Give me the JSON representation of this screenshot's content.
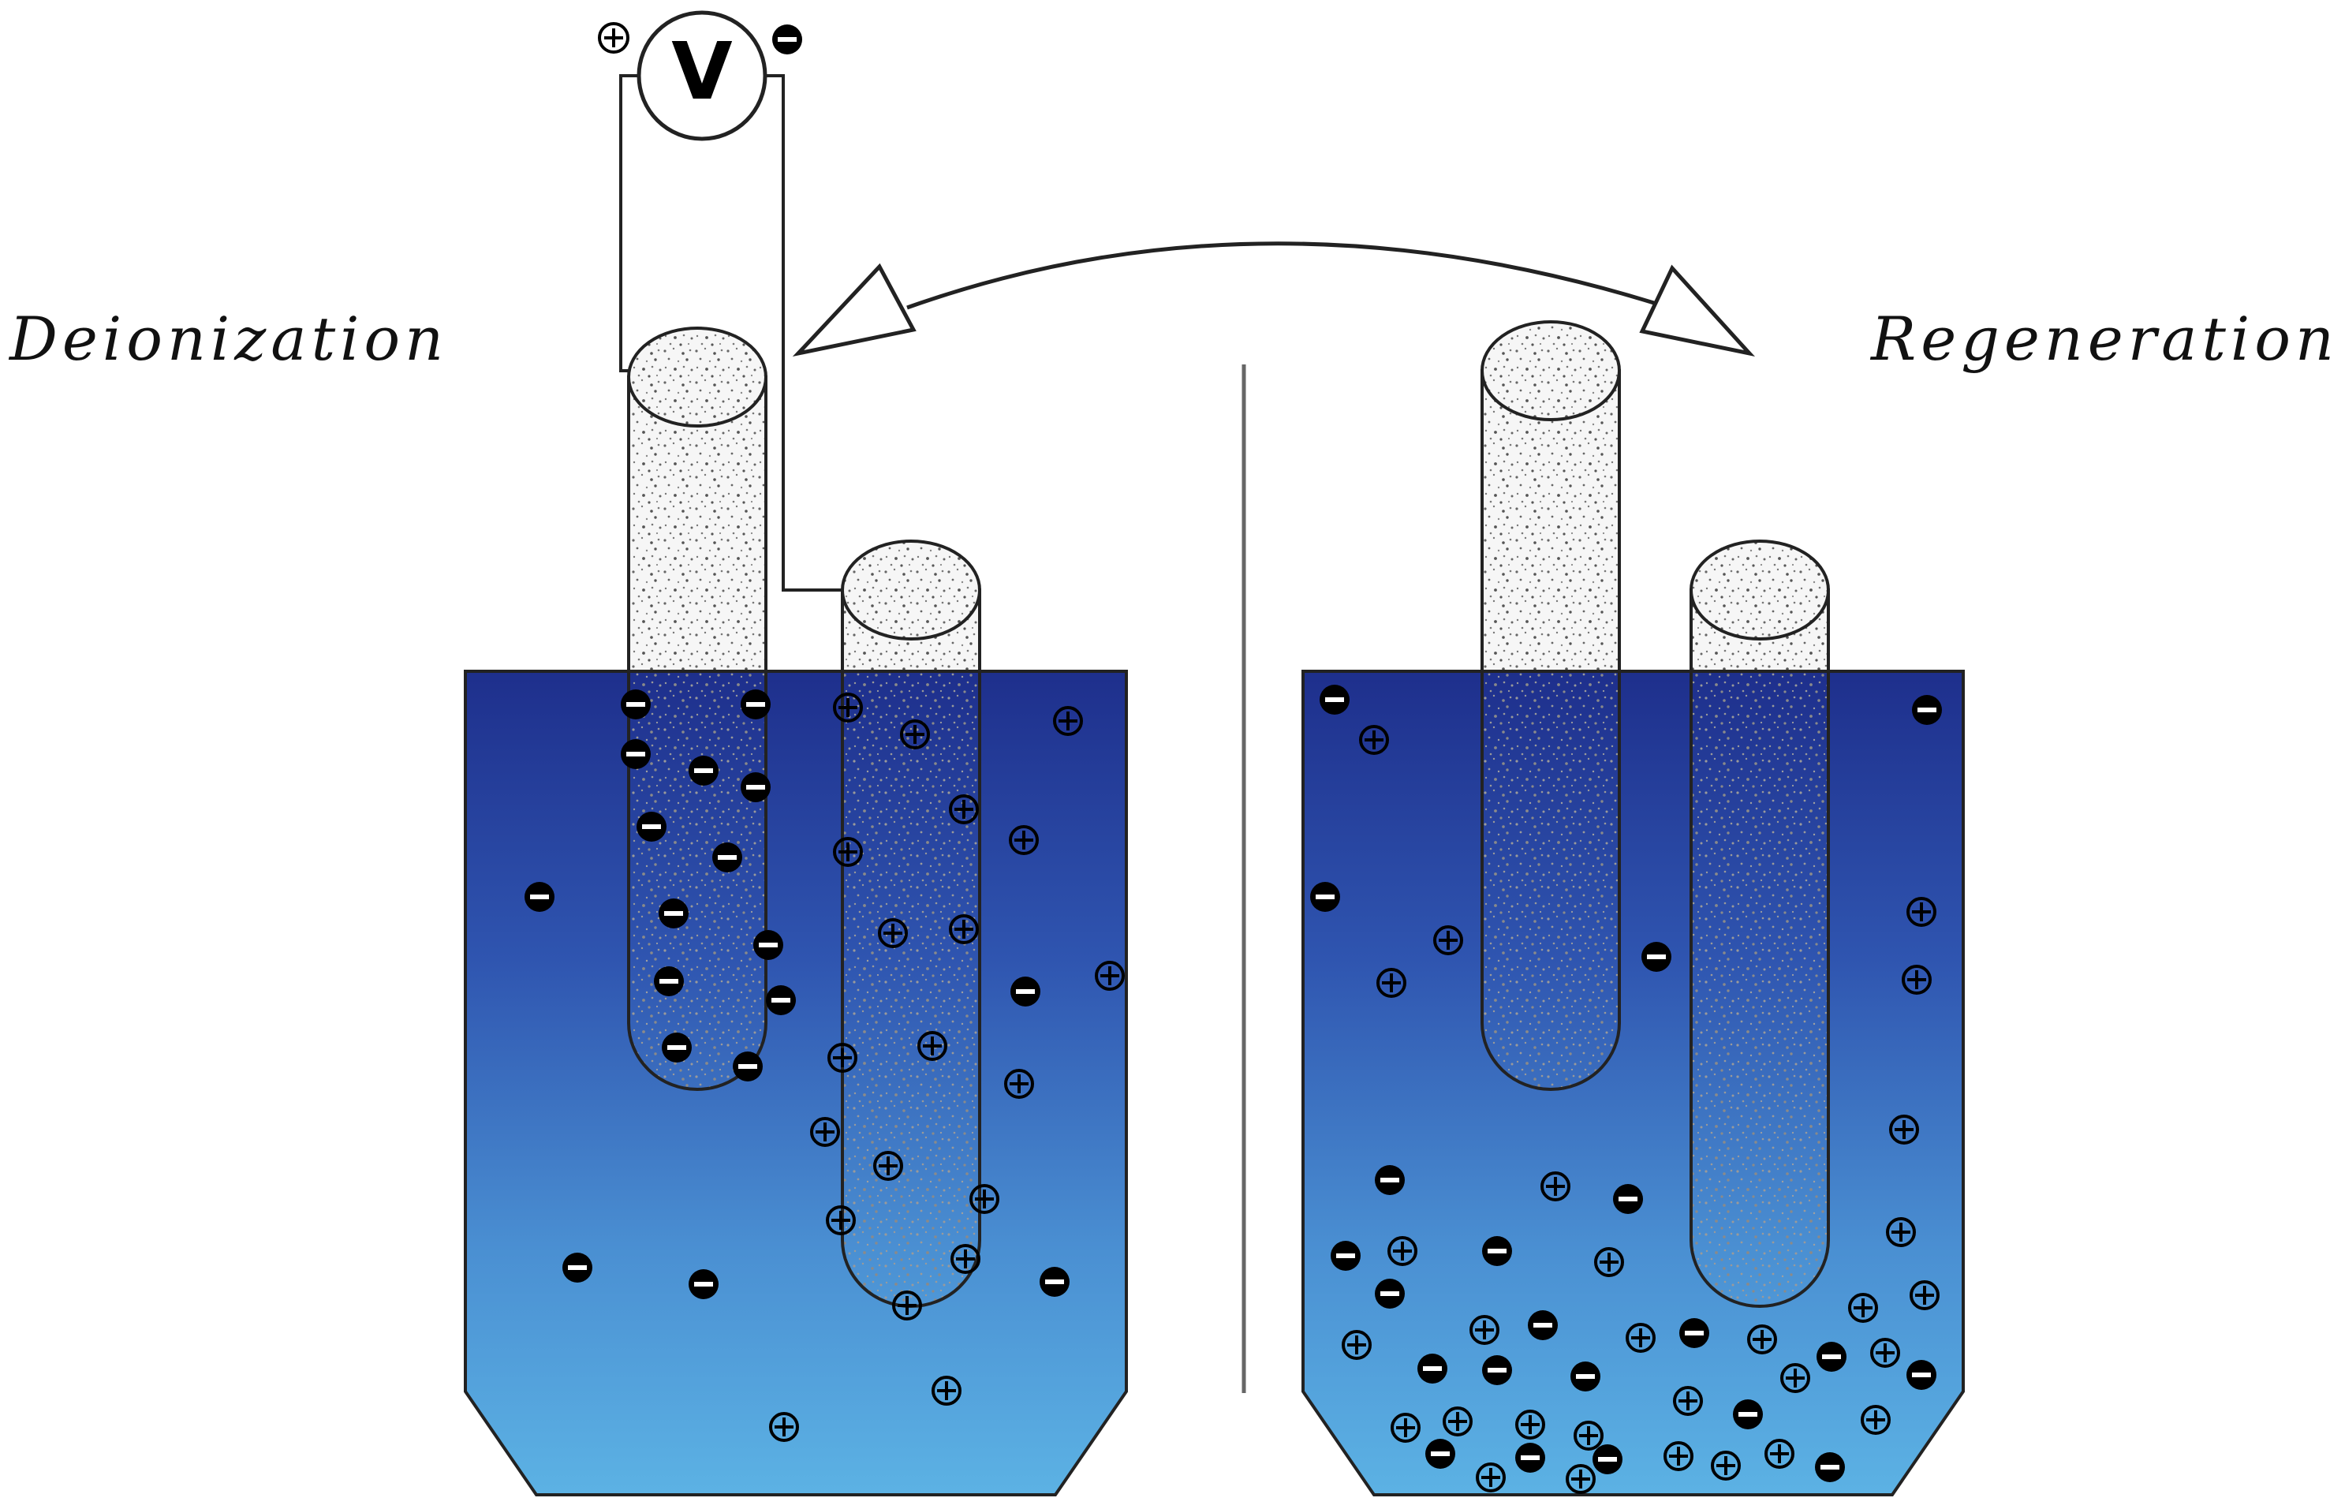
{
  "left_panel": {
    "title": "Deionization"
  },
  "right_panel": {
    "title": "Regeneration"
  },
  "voltmeter": {
    "symbol": "V",
    "positive_terminal": "+",
    "negative_terminal": "−"
  },
  "colors": {
    "water_top": "#1e2f8c",
    "water_mid": "#3561b8",
    "water_bottom": "#5aaee0",
    "electrode_fill": "#f4f4f4",
    "electrode_speckle": "#666666",
    "ion_fill": "#000000",
    "outline": "#222222"
  },
  "icons": {
    "anion": "minus-circle-icon",
    "cation": "plus-circle-icon",
    "cycle_arrow": "double-headed-arrow-icon"
  }
}
